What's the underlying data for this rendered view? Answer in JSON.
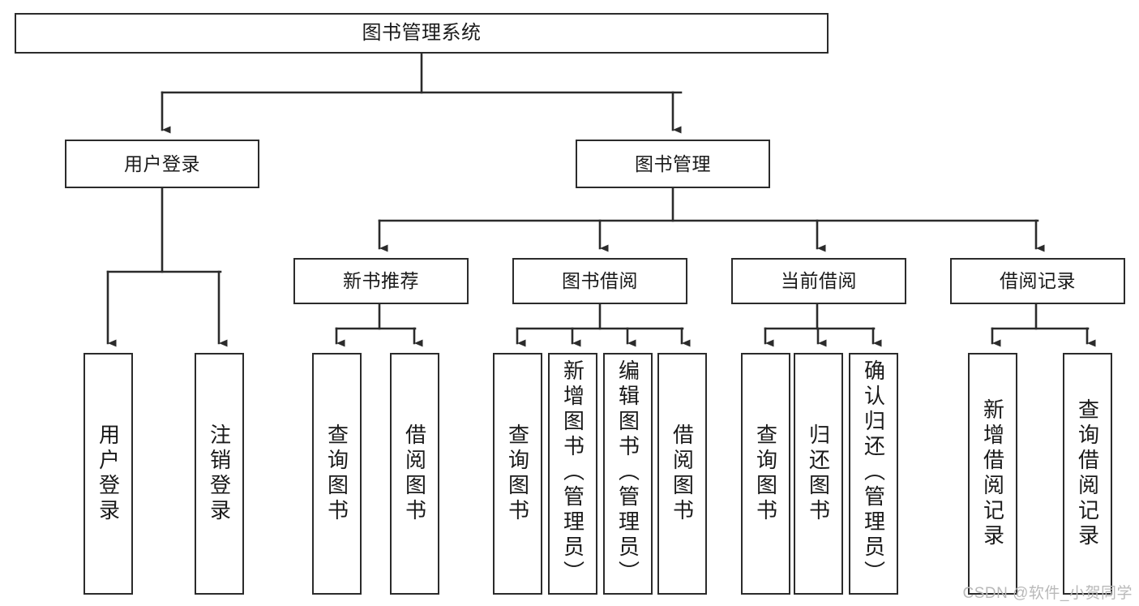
{
  "diagram": {
    "title": "图书管理系统",
    "type": "tree-hierarchy",
    "levels": {
      "root": {
        "label": "图书管理系统"
      },
      "level2": [
        {
          "label": "用户登录"
        },
        {
          "label": "图书管理"
        }
      ],
      "level3": [
        {
          "label": "新书推荐"
        },
        {
          "label": "图书借阅"
        },
        {
          "label": "当前借阅"
        },
        {
          "label": "借阅记录"
        }
      ],
      "leaves": {
        "user_login": [
          {
            "label": "用户登录"
          },
          {
            "label": "注销登录"
          }
        ],
        "new_book_recommend": [
          {
            "label": "查询图书"
          },
          {
            "label": "借阅图书"
          }
        ],
        "book_borrow": [
          {
            "label": "查询图书"
          },
          {
            "label": "新增图书（管理员）"
          },
          {
            "label": "编辑图书（管理员）"
          },
          {
            "label": "借阅图书"
          }
        ],
        "current_borrow": [
          {
            "label": "查询图书"
          },
          {
            "label": "归还图书"
          },
          {
            "label": "确认归还（管理员）"
          }
        ],
        "borrow_record": [
          {
            "label": "新增借阅记录"
          },
          {
            "label": "查询借阅记录"
          }
        ]
      }
    },
    "colors": {
      "background": "#ffffff",
      "node_border": "#2b2b2b",
      "node_fill": "#ffffff",
      "edge": "#2b2b2b",
      "text": "#1a1a1a",
      "watermark": "#b9b9b9"
    }
  },
  "watermark": {
    "text": "CSDN @软件_小贺同学"
  }
}
